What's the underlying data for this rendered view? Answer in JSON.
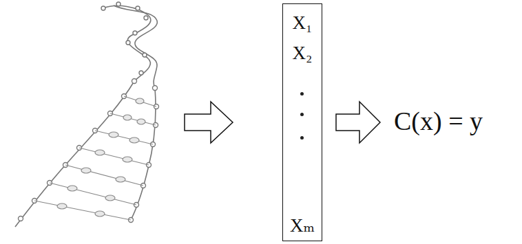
{
  "diagram": {
    "nodes": [
      {
        "text": [
          "X₁",
          "X₂",
          "Xₘ"
        ]
      }
    ],
    "labels": [
      "C(x) = y"
    ]
  }
}
